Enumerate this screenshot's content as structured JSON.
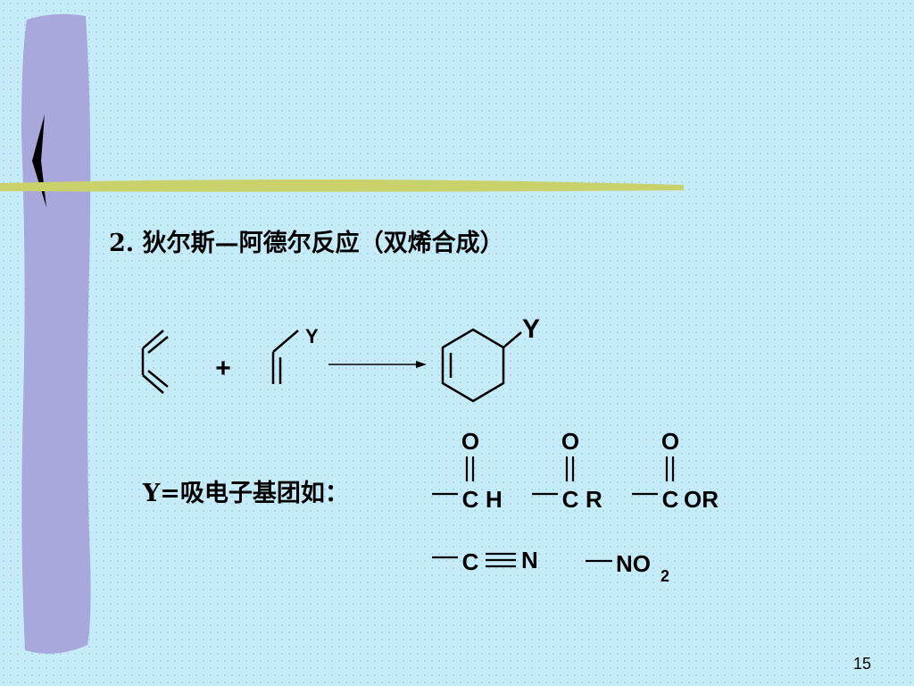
{
  "slide": {
    "title": "2. 狄尔斯—阿德尔反应（双烯合成）",
    "y_label": "Y=吸电子基团如：",
    "page_number": "15"
  },
  "reaction": {
    "plus": "+",
    "dienophile_substituent": "Y",
    "product_substituent": "Y"
  },
  "groups": [
    {
      "oxygen": "O",
      "left": "C",
      "right": "H"
    },
    {
      "oxygen": "O",
      "left": "C",
      "right": "R"
    },
    {
      "oxygen": "O",
      "left": "C",
      "right": "OR"
    }
  ],
  "nitrile": {
    "carbon": "C",
    "nitrogen": "N"
  },
  "nitro": {
    "text": "NO",
    "subscript": "2"
  },
  "colors": {
    "background": "#c6ecfa",
    "side_bar": "#a9a8dd",
    "rule_line": "#c9d16a"
  }
}
